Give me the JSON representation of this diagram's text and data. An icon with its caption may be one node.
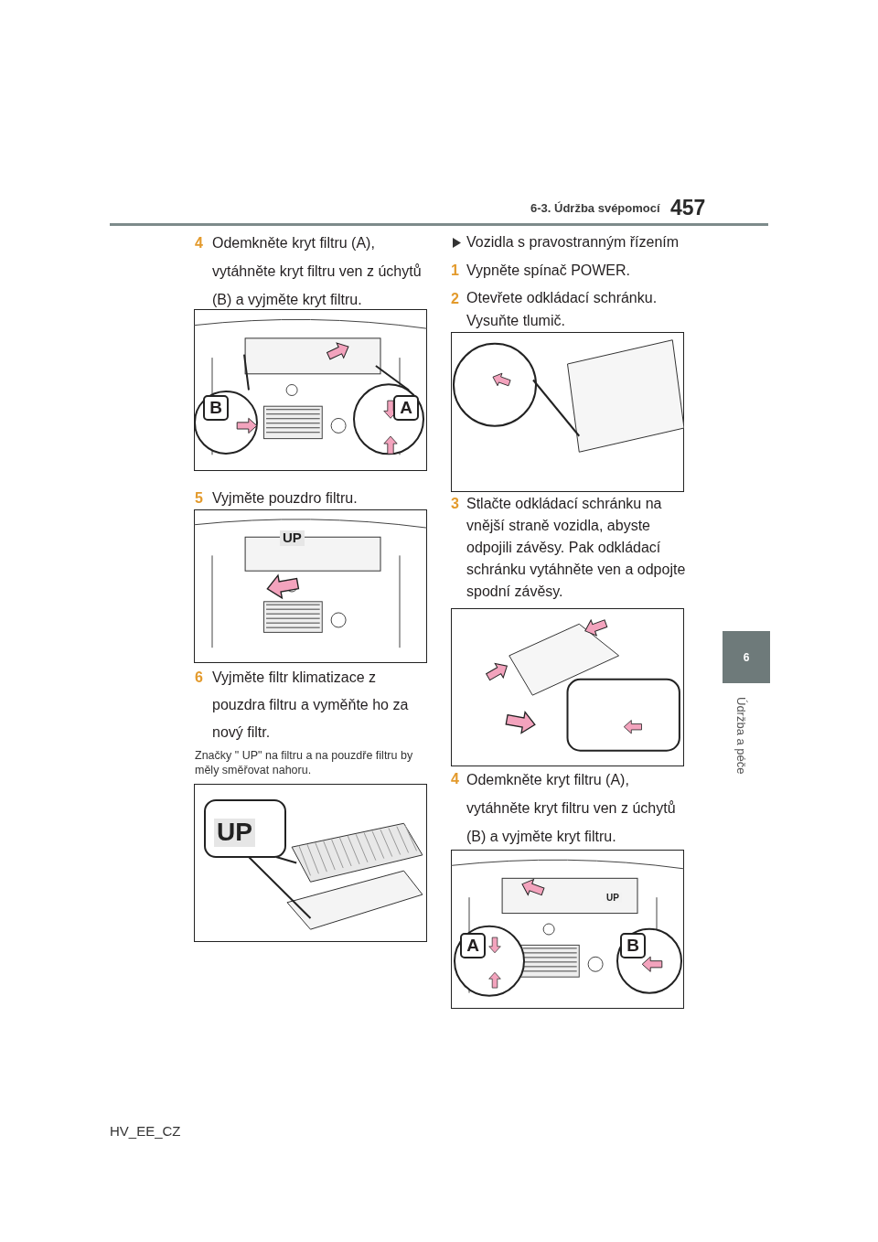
{
  "diagram": {
    "labels": [
      "6-3. Údržba svépomocí",
      "457",
      "6",
      "Údržba a péče",
      "4",
      "Odemkněte kryt filtru (A), vytáhněte kryt filtru ven z úchytů (B) a vyjměte kryt filtru.",
      "B",
      "A",
      "5",
      "Vyjměte pouzdro filtru.",
      "UP",
      "6",
      "Vyjměte filtr klimatizace z pouzdra filtru a vyměňte ho za nový filtr.",
      "Značky \" UP\" na filtru a na pouzdře filtru by měly směřovat nahoru.",
      "UP",
      "Vozidla s pravostranným řízením",
      "1",
      "Vypněte spínač POWER.",
      "2",
      "Otevřete odkládací schránku. Vysuňte tlumič.",
      "3",
      "Stlačte odkládací schránku na vnější straně vozidla, abyste odpojili závěsy. Pak odkládací schránku vytáhněte ven a odpojte spodní závěsy.",
      "4",
      "Odemkněte kryt filtru (A), vytáhněte kryt filtru ven z úchytů (B) a vyjměte kryt filtru.",
      "UP",
      "A",
      "B",
      "HV_EE_CZ"
    ]
  }
}
